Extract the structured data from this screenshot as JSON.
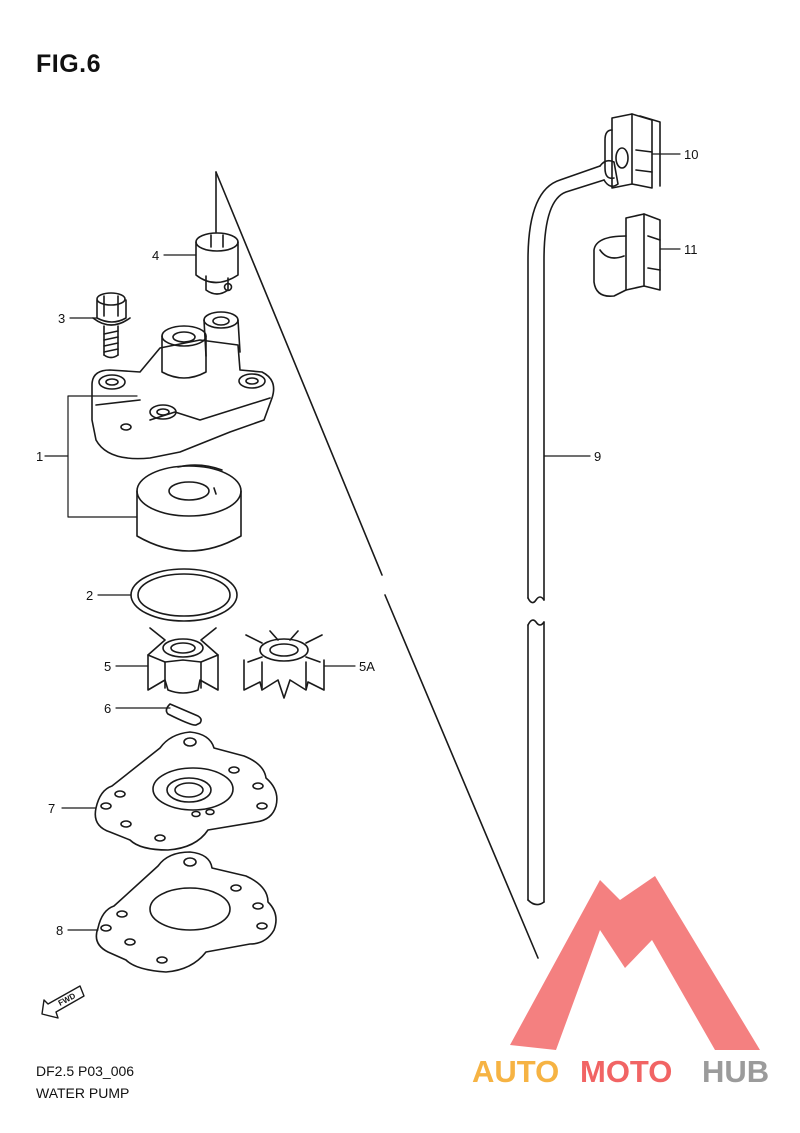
{
  "figure": {
    "title": "FIG.6"
  },
  "callouts": [
    "1",
    "2",
    "3",
    "4",
    "5",
    "5A",
    "6",
    "7",
    "8",
    "9",
    "10",
    "11"
  ],
  "fwd_label": "FWD",
  "footer": {
    "model_code": "DF2.5 P03_006",
    "section": "WATER PUMP"
  },
  "watermark": {
    "text_left": "AUTO",
    "text_mid": "MOTO",
    "text_right": "HUB"
  },
  "colors": {
    "line": "#1a1a1a",
    "watermark_red": "#ef4a4a",
    "watermark_orange": "#f5a623",
    "watermark_gray": "#8a8a8a"
  }
}
